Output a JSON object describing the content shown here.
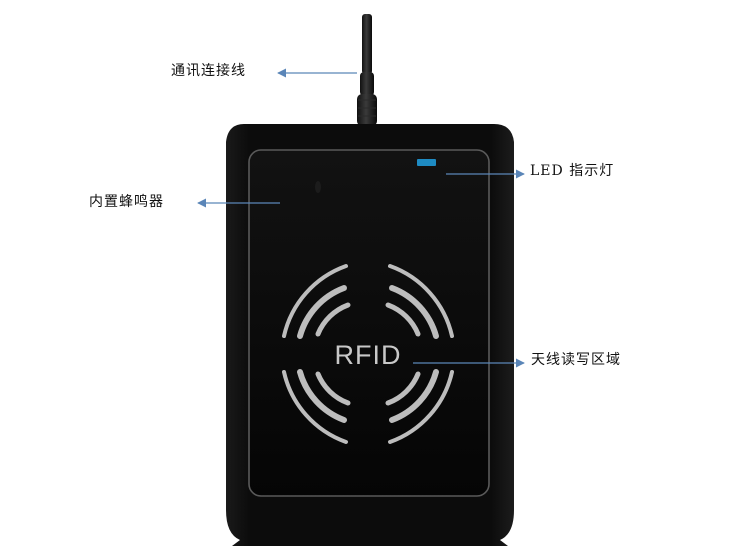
{
  "labels": {
    "cable": "通讯连接线",
    "led": "LED 指示灯",
    "buzzer": "内置蜂鸣器",
    "antenna": "天线读写区域"
  },
  "device": {
    "logo_text": "RFID",
    "led_color": "#1e8bc3",
    "body_color": "#0d0d0d"
  },
  "arrow_color": "#5b86b8"
}
